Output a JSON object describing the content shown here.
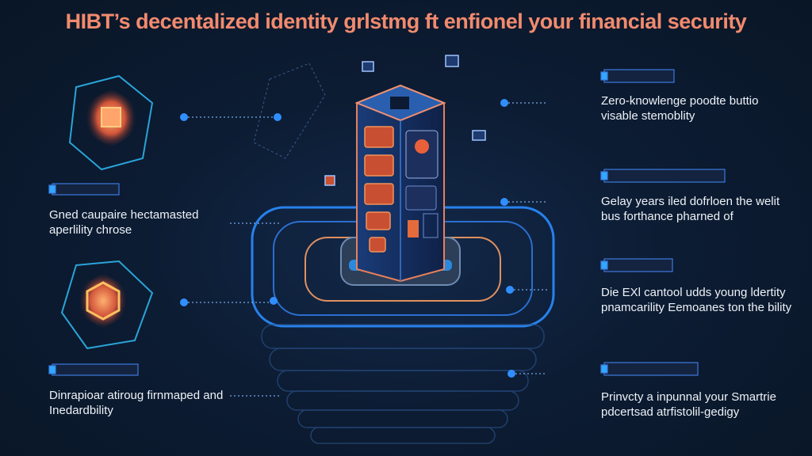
{
  "title": "HIBT’s decentalized identity grlstmg ft enfionel your financial security",
  "left_items": [
    {
      "text": "Gned caupaire hectamasted aperlility chrose"
    },
    {
      "text": "Dinrapioar atiroug firnmaped and Inedardbility"
    }
  ],
  "right_items": [
    {
      "text": "Zero-knowlenge poodte buttio visable stemoblity"
    },
    {
      "text": "Gelay years iled dofrloen the welit bus forthance pharned of"
    },
    {
      "text": "Die EXl cantool udds young ldertity pnamcarility Eemoanes ton the bility"
    },
    {
      "text": "Prinvcty a inpunnal your Smartrie pdcertsad atrfistolil-gedigy"
    }
  ],
  "colors": {
    "title": "#f28a6e",
    "accent_blue": "#2f8fff",
    "tower_orange": "#f07a45",
    "background": "#0c1c33"
  }
}
